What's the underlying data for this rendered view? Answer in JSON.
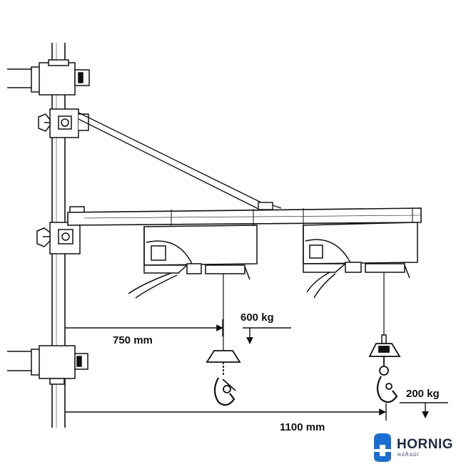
{
  "diagram": {
    "labels": {
      "load_near": "600 kg",
      "load_far": "200 kg",
      "distance_near": "750 mm",
      "distance_far": "1100 mm"
    },
    "colors": {
      "ink": "#111111",
      "logo_blue": "#1a6fd1",
      "logo_text": "#1f2a44"
    }
  },
  "logo": {
    "name": "HORNIG",
    "sub": "NÁŘADÍ"
  }
}
